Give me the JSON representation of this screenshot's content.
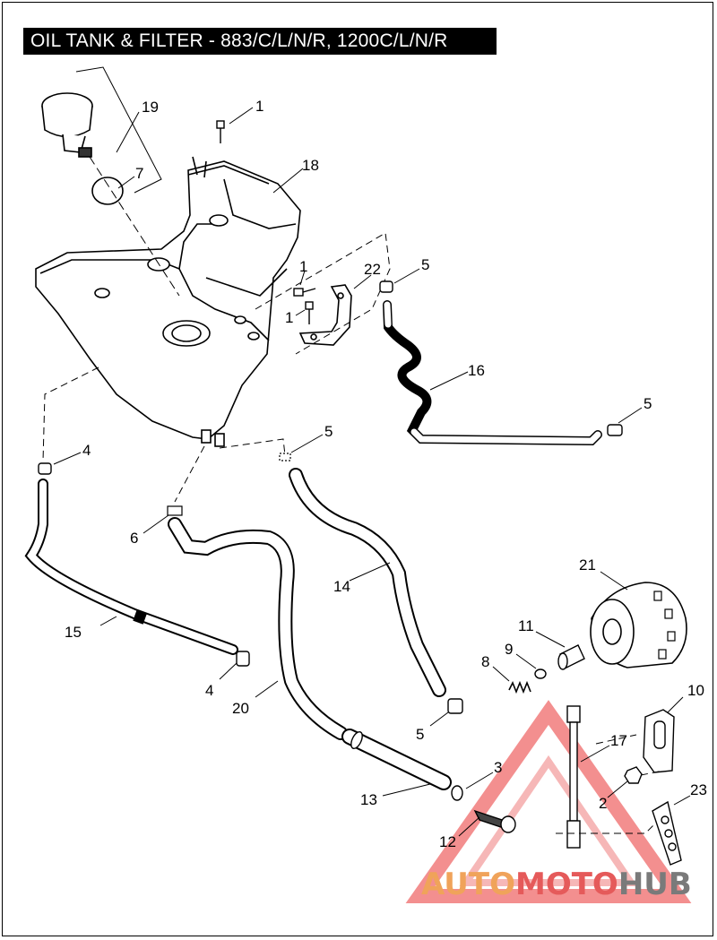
{
  "title": "OIL TANK & FILTER - 883/C/L/N/R, 1200C/L/N/R",
  "watermark": {
    "part1": "AUTO",
    "part2": "MOTO",
    "part3": "HUB",
    "color_primary": "#f0a35a",
    "color_secondary": "#e55a5a",
    "color_tertiary": "#7a7a7a"
  },
  "callouts": {
    "c19": "19",
    "c1a": "1",
    "c7": "7",
    "c18": "18",
    "c1b": "1",
    "c22": "22",
    "c5a": "5",
    "c1c": "1",
    "c16": "16",
    "c5b": "5",
    "c5c": "5",
    "c4a": "4",
    "c6": "6",
    "c14": "14",
    "c21": "21",
    "c15": "15",
    "c11": "11",
    "c9": "9",
    "c8": "8",
    "c4b": "4",
    "c20": "20",
    "c5d": "5",
    "c10": "10",
    "c17": "17",
    "c3": "3",
    "c13": "13",
    "c2": "2",
    "c23": "23",
    "c12": "12"
  }
}
